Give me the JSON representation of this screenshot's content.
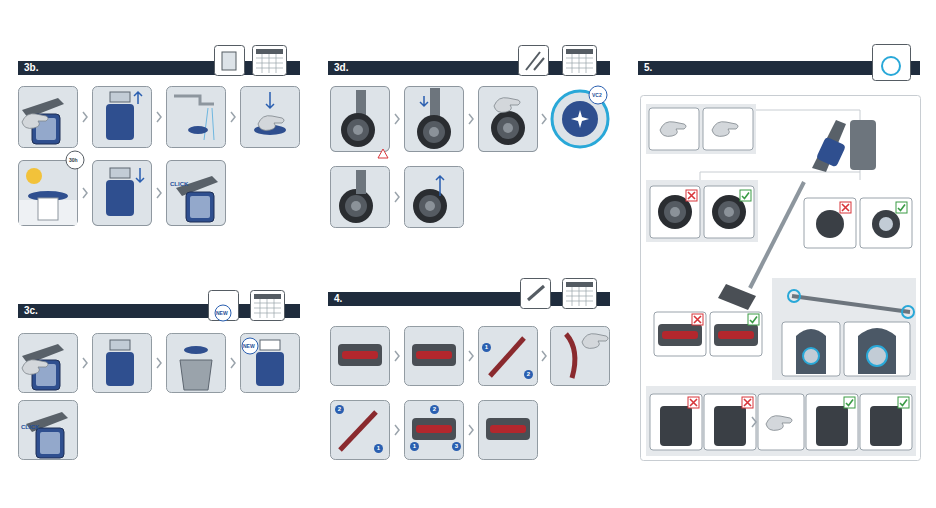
{
  "diagram": {
    "nodes": [
      {
        "text": [
          "3b."
        ]
      },
      {
        "text": [
          "3c."
        ]
      },
      {
        "text": [
          "3d."
        ]
      },
      {
        "text": [
          "4."
        ]
      },
      {
        "text": [
          "5."
        ]
      }
    ],
    "labels": [
      "30h",
      "CLICK",
      "NEW",
      "NEW",
      "CLICK",
      "VC2",
      "1",
      "2",
      "2",
      "1",
      "1",
      "2",
      "3"
    ]
  }
}
